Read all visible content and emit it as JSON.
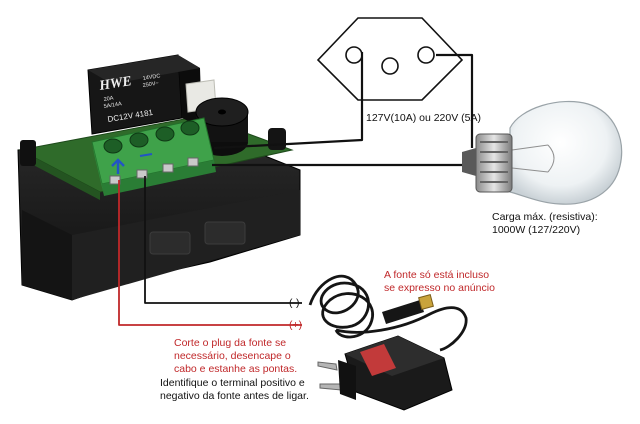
{
  "labels": {
    "outlet_voltage": "127V(10A) ou 220V (5A)",
    "load_max_line1": "Carga máx. (resistiva):",
    "load_max_line2": "1000W (127/220V)",
    "psu_note_line1": "A fonte só está incluso",
    "psu_note_line2": "se expresso no anúncio",
    "negative_terminal": "(-)",
    "positive_terminal": "(+)",
    "cut_plug_line1": "Corte o plug da fonte se",
    "cut_plug_line2": "necessário, desencape o",
    "cut_plug_line3": "cabo e estanhe as pontas.",
    "identify_line1": "Identifique o terminal positivo e",
    "identify_line2": "negativo da fonte antes de ligar."
  },
  "relay": {
    "brand": "HWE",
    "spec_left_1": "20A",
    "spec_left_2": "5A/14A",
    "spec_right_1": "14VDC",
    "spec_right_2": "250V~",
    "model": "DC12V  4181"
  },
  "colors": {
    "text_black": "#111111",
    "text_red": "#c0282a",
    "wire_black": "#111111",
    "wire_red": "#c0282a",
    "pcb_green": "#2f6b2a",
    "terminal_green": "#3fa24a",
    "case_black": "#1b1b1b"
  }
}
